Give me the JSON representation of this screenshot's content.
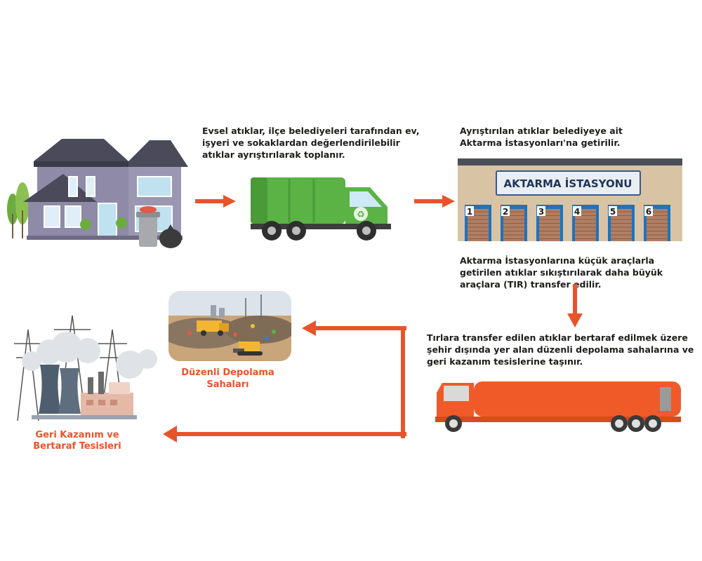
{
  "steps": {
    "step1_text": "Evsel atıklar, ilçe belediyeleri tarafından ev, işyeri ve sokaklardan değerlendirilebilir atıklar ayrıştırılarak toplanır.",
    "step2_text": "Ayrıştırılan atıklar belediyeye ait Aktarma İstasyonları'na getirilir.",
    "step3_text": "Aktarma İstasyonlarına küçük araçlarla getirilen atıklar sıkıştırılarak daha büyük araçlara (TIR) transfer edilir.",
    "step4_text": "Tırlara transfer edilen atıklar bertaraf edilmek üzere şehir dışında yer alan düzenli depolama sahalarına ve geri kazanım tesislerine taşınır."
  },
  "station": {
    "title": "AKTARMA İSTASYONU",
    "doors": [
      "1",
      "2",
      "3",
      "4",
      "5",
      "6"
    ]
  },
  "destinations": {
    "landfill_label": "Düzenli Depolama Sahaları",
    "recovery_label_line1": "Geri Kazanım ve",
    "recovery_label_line2": "Bertaraf Tesisleri"
  },
  "colors": {
    "arrow": "#e8542a",
    "truck_green": "#5bb346",
    "tir_orange": "#f05a28",
    "station_wall": "#d8c3a5",
    "station_door": "#1e73be"
  },
  "icons": [
    "house-icon",
    "garbage-truck-icon",
    "transfer-station-icon",
    "tir-truck-icon",
    "landfill-icon",
    "power-plant-icon",
    "recycle-icon"
  ]
}
